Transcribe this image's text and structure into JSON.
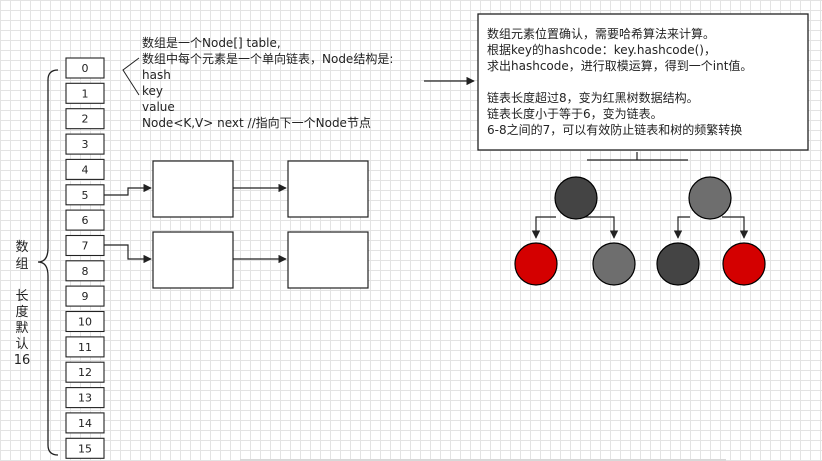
{
  "array": {
    "indices": [
      "0",
      "1",
      "2",
      "3",
      "4",
      "5",
      "6",
      "7",
      "8",
      "9",
      "10",
      "11",
      "12",
      "13",
      "14",
      "15"
    ],
    "label_chars": [
      "数",
      "组",
      "长",
      "度",
      "默",
      "认",
      "16"
    ]
  },
  "node_note": {
    "lines": [
      "数组是一个Node[] table,",
      "数组中每个元素是一个单向链表，Node结构是:",
      "hash",
      "key",
      "value",
      "Node<K,V> next //指向下一个Node节点"
    ]
  },
  "info_box": {
    "lines": [
      "数组元素位置确认，需要哈希算法来计算。",
      "根据key的hashcode：key.hashcode()，",
      "求出hashcode，进行取模运算，得到一个int值。",
      "",
      "链表长度超过8，变为红黑树数据结构。",
      "链表长度小于等于6，变为链表。",
      "6-8之间的7，可以有效防止链表和树的频繁转换"
    ]
  },
  "colors": {
    "tree_black": "#444444",
    "tree_gray": "#6e6e6e",
    "tree_red": "#d40000",
    "stroke": "#000000"
  },
  "icons": [
    "tree-node-black",
    "tree-node-red",
    "arrow-right",
    "arrow-down"
  ]
}
